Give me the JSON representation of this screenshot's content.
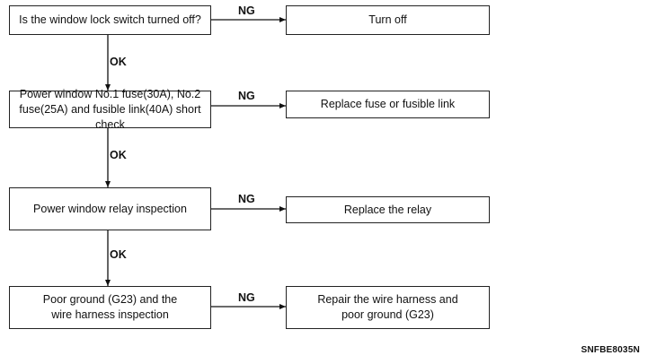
{
  "steps": [
    {
      "text": "Is the window lock switch turned off?",
      "link_label": "NG",
      "action": "Turn off"
    },
    {
      "text": "Power window No.1 fuse(30A), No.2 fuse(25A) and fusible link(40A) short check",
      "link_label": "NG",
      "action": "Replace fuse or fusible link"
    },
    {
      "text": "Power window relay inspection",
      "link_label": "NG",
      "action": "Replace the relay"
    },
    {
      "text": "Poor ground (G23) and the wire harness inspection",
      "link_label": "NG",
      "action": "Repair the wire harness and poor ground (G23)"
    }
  ],
  "ok_labels": [
    "OK",
    "OK",
    "OK"
  ],
  "figure_code": "SNFBE8035N"
}
